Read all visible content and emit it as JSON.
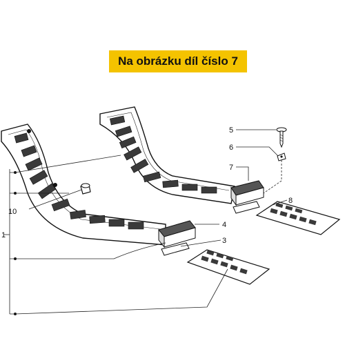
{
  "banner": {
    "text": "Na obrázku díl číslo 7",
    "color": "#f4c300"
  },
  "callouts": [
    "1",
    "10",
    "5",
    "6",
    "7",
    "8",
    "4",
    "3"
  ]
}
